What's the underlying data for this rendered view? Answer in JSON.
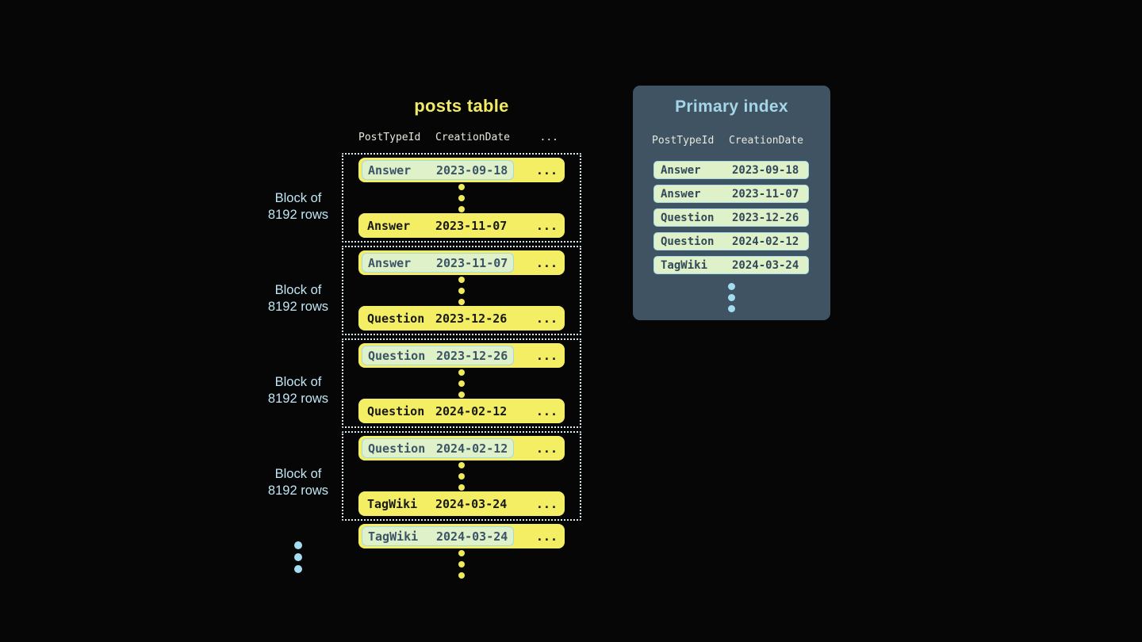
{
  "posts_table": {
    "title": "posts table",
    "headers": {
      "col1": "PostTypeId",
      "col2": "CreationDate",
      "col3": "..."
    },
    "block_label": {
      "line1": "Block of",
      "line2": "8192 rows"
    },
    "ellipsis": "...",
    "blocks": [
      {
        "first": {
          "type": "Answer",
          "date": "2023-09-18"
        },
        "last": {
          "type": "Answer",
          "date": "2023-11-07"
        }
      },
      {
        "first": {
          "type": "Answer",
          "date": "2023-11-07"
        },
        "last": {
          "type": "Question",
          "date": "2023-12-26"
        }
      },
      {
        "first": {
          "type": "Question",
          "date": "2023-12-26"
        },
        "last": {
          "type": "Question",
          "date": "2024-02-12"
        }
      },
      {
        "first": {
          "type": "Question",
          "date": "2024-02-12"
        },
        "last": {
          "type": "TagWiki",
          "date": "2024-03-24"
        }
      }
    ],
    "overflow_row": {
      "type": "TagWiki",
      "date": "2024-03-24"
    }
  },
  "primary_index": {
    "title": "Primary index",
    "headers": {
      "col1": "PostTypeId",
      "col2": "CreationDate"
    },
    "entries": [
      {
        "type": "Answer",
        "date": "2023-09-18"
      },
      {
        "type": "Answer",
        "date": "2023-11-07"
      },
      {
        "type": "Question",
        "date": "2023-12-26"
      },
      {
        "type": "Question",
        "date": "2024-02-12"
      },
      {
        "type": "TagWiki",
        "date": "2024-03-24"
      }
    ]
  },
  "colors": {
    "row_yellow": "#f4ee65",
    "highlight_mint": "#def1c9",
    "highlight_border_blue": "#a5d8e8",
    "panel_background": "#3f5363",
    "title_yellow": "#f1ea64",
    "accent_light_blue": "#a5d6e8",
    "label_blue": "#bfe6f4",
    "ellipsis_yellow": "#f0e95e",
    "ellipsis_blue": "#a6dcf2"
  }
}
